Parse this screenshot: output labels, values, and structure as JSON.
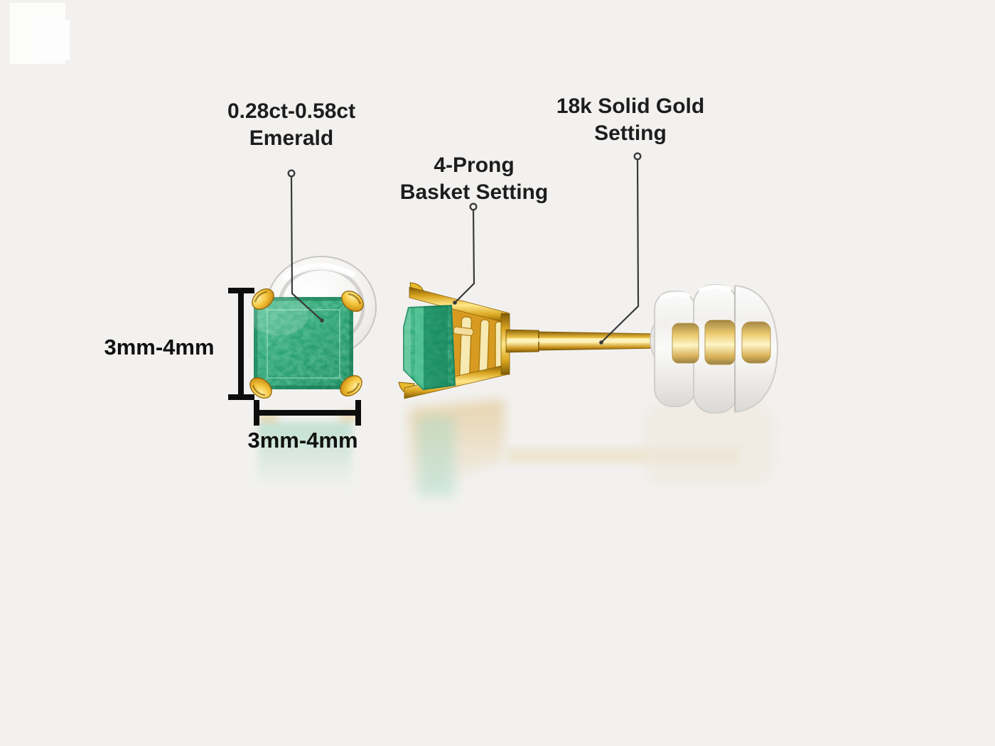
{
  "labels": {
    "emerald": {
      "line1": "0.28ct-0.58ct",
      "line2": "Emerald"
    },
    "basket": {
      "line1": "4-Prong",
      "line2": "Basket Setting"
    },
    "gold": {
      "line1": "18k Solid Gold",
      "line2": "Setting"
    },
    "height_dim": "3mm-4mm",
    "width_dim": "3mm-4mm"
  },
  "colors": {
    "background": "#f2f1ef",
    "label_text": "#1d1d1d",
    "leader_line": "#3a3a3a",
    "dimension_marks": "#0d0d0d",
    "emerald_green": "#2aa77a",
    "emerald_dark": "#1b8a60",
    "gold": "#e8b92f",
    "gold_dark": "#8a5f05",
    "silicone_clear": "#f0efed"
  }
}
